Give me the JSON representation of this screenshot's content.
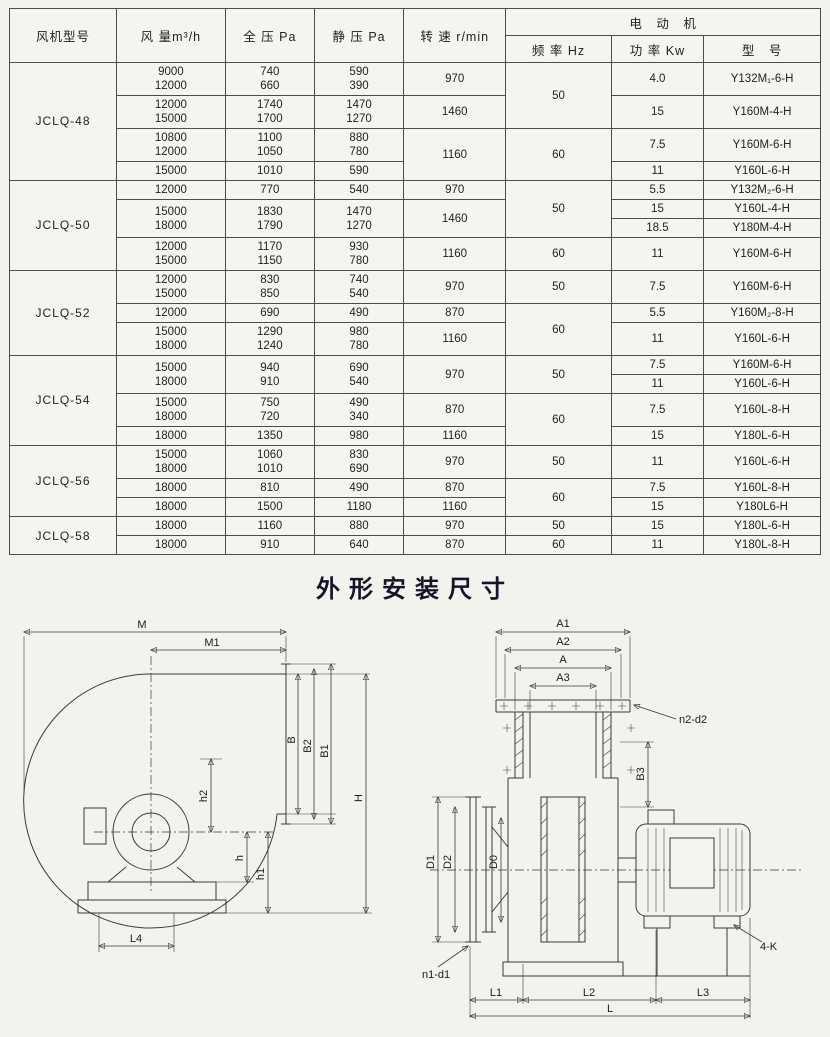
{
  "table": {
    "header": {
      "model": "风机型号",
      "airflow": "风 量m³/h",
      "total_pressure": "全 压 Pa",
      "static_pressure": "静 压 Pa",
      "speed": "转 速 r/min",
      "motor": "电　动　机",
      "frequency": "频 率 Hz",
      "power": "功 率 Kw",
      "motor_model": "型　号"
    },
    "rows": [
      [
        {
          "c": "model",
          "t": "JCLQ-48",
          "rs": 4
        },
        {
          "c": "airflow",
          "t": "9000\n12000"
        },
        {
          "c": "total",
          "t": "740\n660"
        },
        {
          "c": "static",
          "t": "590\n390"
        },
        {
          "c": "speed",
          "t": "970"
        },
        {
          "c": "freq",
          "t": "50",
          "rs": 2
        },
        {
          "c": "power",
          "t": "4.0"
        },
        {
          "c": "mtype",
          "t": "Y132M₁-6-H"
        }
      ],
      [
        {
          "c": "airflow",
          "t": "12000\n15000"
        },
        {
          "c": "total",
          "t": "1740\n1700"
        },
        {
          "c": "static",
          "t": "1470\n1270"
        },
        {
          "c": "speed",
          "t": "1460"
        },
        {
          "c": "power",
          "t": "15"
        },
        {
          "c": "mtype",
          "t": "Y160M-4-H"
        }
      ],
      [
        {
          "c": "airflow",
          "t": "10800\n12000"
        },
        {
          "c": "total",
          "t": "1100\n1050"
        },
        {
          "c": "static",
          "t": "880\n780"
        },
        {
          "c": "speed",
          "t": "1160",
          "rs": 2
        },
        {
          "c": "freq",
          "t": "60",
          "rs": 2
        },
        {
          "c": "power",
          "t": "7.5"
        },
        {
          "c": "mtype",
          "t": "Y160M-6-H"
        }
      ],
      [
        {
          "c": "airflow",
          "t": "15000"
        },
        {
          "c": "total",
          "t": "1010"
        },
        {
          "c": "static",
          "t": "590"
        },
        {
          "c": "power",
          "t": "11"
        },
        {
          "c": "mtype",
          "t": "Y160L-6-H"
        }
      ],
      [
        {
          "c": "model",
          "t": "JCLQ-50",
          "rs": 4
        },
        {
          "c": "airflow",
          "t": "12000"
        },
        {
          "c": "total",
          "t": "770"
        },
        {
          "c": "static",
          "t": "540"
        },
        {
          "c": "speed",
          "t": "970"
        },
        {
          "c": "freq",
          "t": "50",
          "rs": 3
        },
        {
          "c": "power",
          "t": "5.5"
        },
        {
          "c": "mtype",
          "t": "Y132M₂-6-H"
        }
      ],
      [
        {
          "c": "airflow",
          "t": "15000\n18000",
          "rs": 2
        },
        {
          "c": "total",
          "t": "1830\n1790",
          "rs": 2
        },
        {
          "c": "static",
          "t": "1470\n1270",
          "rs": 2
        },
        {
          "c": "speed",
          "t": "1460",
          "rs": 2
        },
        {
          "c": "power",
          "t": "15"
        },
        {
          "c": "mtype",
          "t": "Y160L-4-H"
        }
      ],
      [
        {
          "c": "power",
          "t": "18.5"
        },
        {
          "c": "mtype",
          "t": "Y180M-4-H"
        }
      ],
      [
        {
          "c": "airflow",
          "t": "12000\n15000"
        },
        {
          "c": "total",
          "t": "1170\n1150"
        },
        {
          "c": "static",
          "t": "930\n780"
        },
        {
          "c": "speed",
          "t": "1160"
        },
        {
          "c": "freq",
          "t": "60"
        },
        {
          "c": "power",
          "t": "11"
        },
        {
          "c": "mtype",
          "t": "Y160M-6-H"
        }
      ],
      [
        {
          "c": "model",
          "t": "JCLQ-52",
          "rs": 3
        },
        {
          "c": "airflow",
          "t": "12000\n15000"
        },
        {
          "c": "total",
          "t": "830\n850"
        },
        {
          "c": "static",
          "t": "740\n540"
        },
        {
          "c": "speed",
          "t": "970"
        },
        {
          "c": "freq",
          "t": "50"
        },
        {
          "c": "power",
          "t": "7.5"
        },
        {
          "c": "mtype",
          "t": "Y160M-6-H"
        }
      ],
      [
        {
          "c": "airflow",
          "t": "12000"
        },
        {
          "c": "total",
          "t": "690"
        },
        {
          "c": "static",
          "t": "490"
        },
        {
          "c": "speed",
          "t": "870"
        },
        {
          "c": "freq",
          "t": "60",
          "rs": 2
        },
        {
          "c": "power",
          "t": "5.5"
        },
        {
          "c": "mtype",
          "t": "Y160M₂-8-H"
        }
      ],
      [
        {
          "c": "airflow",
          "t": "15000\n18000"
        },
        {
          "c": "total",
          "t": "1290\n1240"
        },
        {
          "c": "static",
          "t": "980\n780"
        },
        {
          "c": "speed",
          "t": "1160"
        },
        {
          "c": "power",
          "t": "11"
        },
        {
          "c": "mtype",
          "t": "Y160L-6-H"
        }
      ],
      [
        {
          "c": "model",
          "t": "JCLQ-54",
          "rs": 4
        },
        {
          "c": "airflow",
          "t": "15000\n18000",
          "rs": 2
        },
        {
          "c": "total",
          "t": "940\n910",
          "rs": 2
        },
        {
          "c": "static",
          "t": "690\n540",
          "rs": 2
        },
        {
          "c": "speed",
          "t": "970",
          "rs": 2
        },
        {
          "c": "freq",
          "t": "50",
          "rs": 2
        },
        {
          "c": "power",
          "t": "7.5"
        },
        {
          "c": "mtype",
          "t": "Y160M-6-H"
        }
      ],
      [
        {
          "c": "power",
          "t": "11"
        },
        {
          "c": "mtype",
          "t": "Y160L-6-H"
        }
      ],
      [
        {
          "c": "airflow",
          "t": "15000\n18000"
        },
        {
          "c": "total",
          "t": "750\n720"
        },
        {
          "c": "static",
          "t": "490\n340"
        },
        {
          "c": "speed",
          "t": "870"
        },
        {
          "c": "freq",
          "t": "60",
          "rs": 2
        },
        {
          "c": "power",
          "t": "7.5"
        },
        {
          "c": "mtype",
          "t": "Y160L-8-H"
        }
      ],
      [
        {
          "c": "airflow",
          "t": "18000"
        },
        {
          "c": "total",
          "t": "1350"
        },
        {
          "c": "static",
          "t": "980"
        },
        {
          "c": "speed",
          "t": "1160"
        },
        {
          "c": "power",
          "t": "15"
        },
        {
          "c": "mtype",
          "t": "Y180L-6-H"
        }
      ],
      [
        {
          "c": "model",
          "t": "JCLQ-56",
          "rs": 3
        },
        {
          "c": "airflow",
          "t": "15000\n18000"
        },
        {
          "c": "total",
          "t": "1060\n1010"
        },
        {
          "c": "static",
          "t": "830\n690"
        },
        {
          "c": "speed",
          "t": "970"
        },
        {
          "c": "freq",
          "t": "50"
        },
        {
          "c": "power",
          "t": "11"
        },
        {
          "c": "mtype",
          "t": "Y160L-6-H"
        }
      ],
      [
        {
          "c": "airflow",
          "t": "18000"
        },
        {
          "c": "total",
          "t": "810"
        },
        {
          "c": "static",
          "t": "490"
        },
        {
          "c": "speed",
          "t": "870"
        },
        {
          "c": "freq",
          "t": "60",
          "rs": 2
        },
        {
          "c": "power",
          "t": "7.5"
        },
        {
          "c": "mtype",
          "t": "Y160L-8-H"
        }
      ],
      [
        {
          "c": "airflow",
          "t": "18000"
        },
        {
          "c": "total",
          "t": "1500"
        },
        {
          "c": "static",
          "t": "1180"
        },
        {
          "c": "speed",
          "t": "1160"
        },
        {
          "c": "power",
          "t": "15"
        },
        {
          "c": "mtype",
          "t": "Y180L6-H"
        }
      ],
      [
        {
          "c": "model",
          "t": "JCLQ-58",
          "rs": 2
        },
        {
          "c": "airflow",
          "t": "18000"
        },
        {
          "c": "total",
          "t": "1160"
        },
        {
          "c": "static",
          "t": "880"
        },
        {
          "c": "speed",
          "t": "970"
        },
        {
          "c": "freq",
          "t": "50"
        },
        {
          "c": "power",
          "t": "15"
        },
        {
          "c": "mtype",
          "t": "Y180L-6-H"
        }
      ],
      [
        {
          "c": "airflow",
          "t": "18000"
        },
        {
          "c": "total",
          "t": "910"
        },
        {
          "c": "static",
          "t": "640"
        },
        {
          "c": "speed",
          "t": "870"
        },
        {
          "c": "freq",
          "t": "60"
        },
        {
          "c": "power",
          "t": "11"
        },
        {
          "c": "mtype",
          "t": "Y180L-8-H"
        }
      ]
    ]
  },
  "section_title": "外形安装尺寸",
  "dims": {
    "left": {
      "M": "M",
      "M1": "M1",
      "B": "B",
      "B2": "B2",
      "B1": "B1",
      "H": "H",
      "h2": "h2",
      "h": "h",
      "h1": "h1",
      "L4": "L4"
    },
    "right": {
      "A1": "A1",
      "A2": "A2",
      "A": "A",
      "A3": "A3",
      "n2d2": "n2-d2",
      "B3": "B3",
      "D1": "D1",
      "D2": "D2",
      "D0": "D0",
      "n1d1": "n1-d1",
      "K4": "4-K",
      "L1": "L1",
      "L2": "L2",
      "L3": "L3",
      "L": "L"
    }
  }
}
